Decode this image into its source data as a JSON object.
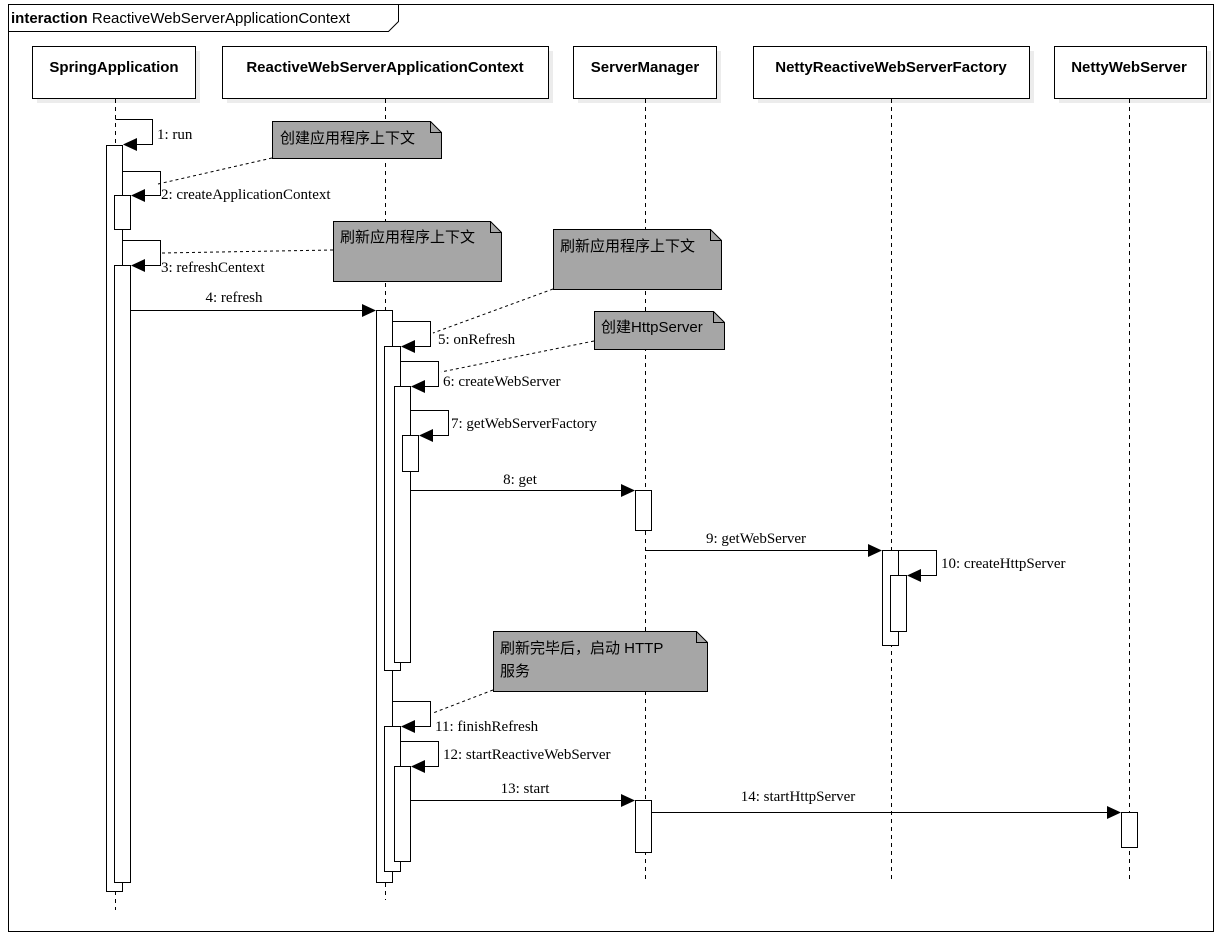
{
  "frame": {
    "keyword": "interaction",
    "name": "ReactiveWebServerApplicationContext"
  },
  "participants": [
    {
      "id": "springapp",
      "label": "SpringApplication"
    },
    {
      "id": "ctx",
      "label": "ReactiveWebServerApplicationContext"
    },
    {
      "id": "mgr",
      "label": "ServerManager"
    },
    {
      "id": "factory",
      "label": "NettyReactiveWebServerFactory"
    },
    {
      "id": "netty",
      "label": "NettyWebServer"
    }
  ],
  "messages": [
    {
      "num": 1,
      "label": "1: run"
    },
    {
      "num": 2,
      "label": "2: createApplicationContext"
    },
    {
      "num": 3,
      "label": "3: refreshCentext"
    },
    {
      "num": 4,
      "label": "4: refresh"
    },
    {
      "num": 5,
      "label": "5: onRefresh"
    },
    {
      "num": 6,
      "label": "6: createWebServer"
    },
    {
      "num": 7,
      "label": "7: getWebServerFactory"
    },
    {
      "num": 8,
      "label": "8: get"
    },
    {
      "num": 9,
      "label": "9: getWebServer"
    },
    {
      "num": 10,
      "label": "10: createHttpServer"
    },
    {
      "num": 11,
      "label": "11: finishRefresh"
    },
    {
      "num": 12,
      "label": "12: startReactiveWebServer"
    },
    {
      "num": 13,
      "label": "13: start"
    },
    {
      "num": 14,
      "label": "14: startHttpServer"
    }
  ],
  "notes": [
    {
      "lines": [
        "创建应用程序上下文"
      ]
    },
    {
      "lines": [
        "刷新应用程序上下文"
      ]
    },
    {
      "lines": [
        "刷新应用程序上下文"
      ]
    },
    {
      "lines": [
        "创建HttpServer"
      ]
    },
    {
      "lines": [
        "刷新完毕后，启动 HTTP",
        "服务"
      ]
    }
  ],
  "colors": {
    "note_fill": "#a6a6a6",
    "line": "#000000",
    "background": "#ffffff"
  }
}
